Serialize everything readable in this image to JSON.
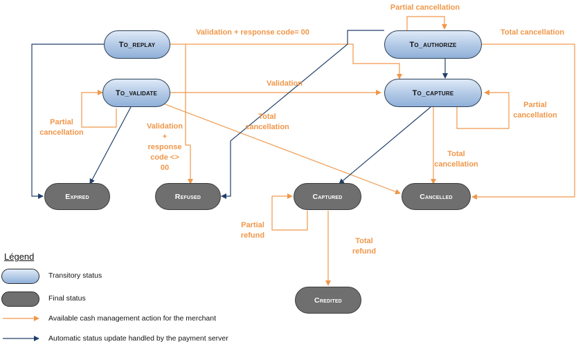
{
  "nodes": {
    "to_replay": "To_replay",
    "to_validate": "To_validate",
    "to_authorize": "To_authorize",
    "to_capture": "To_capture",
    "expired": "Expired",
    "refused": "Refused",
    "captured": "Captured",
    "cancelled": "Cancelled",
    "credited": "Credited"
  },
  "labels": {
    "validation_code_00": "Validation + response code= 00",
    "partial_cancellation_top": "Partial cancellation",
    "total_cancellation_top": "Total cancellation",
    "validation": "Validation",
    "partial_cancellation_left": "Partial\ncancellation",
    "validation_code_not_00": "Validation\n+\nresponse\ncode <>\n00",
    "total_cancellation_mid": "Total\ncancellation",
    "partial_cancellation_right": "Partial\ncancellation",
    "total_cancellation_capture": "Total\ncancellation",
    "partial_refund": "Partial\nrefund",
    "total_refund": "Total\nrefund"
  },
  "legend": {
    "title": "Légend",
    "transitory": "Transitory status",
    "final": "Final status",
    "merchant_action": "Available cash management action for the merchant",
    "automatic": "Automatic status update handled by the payment server"
  },
  "colors": {
    "orange": "#f0974a",
    "blue": "#1f3f6b",
    "transitory_fill": "#a9c3e4",
    "final_fill": "#6f6f6f"
  }
}
